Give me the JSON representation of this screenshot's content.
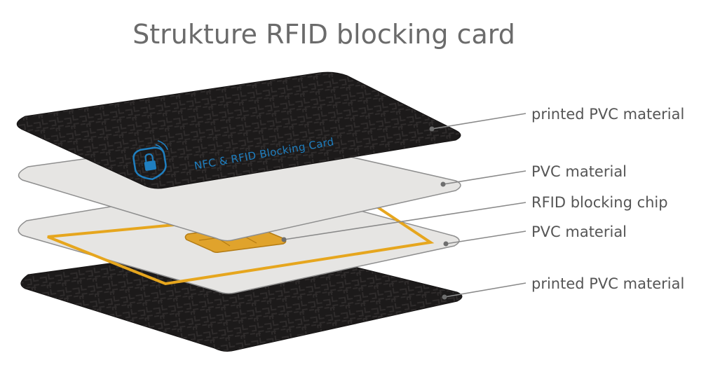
{
  "title": "Strukture RFID blocking card",
  "card_brand_text": "NFC & RFID Blocking Card",
  "layers": [
    {
      "label": "printed PVC material"
    },
    {
      "label": "PVC material"
    },
    {
      "label": "RFID blocking chip"
    },
    {
      "label": "PVC material"
    },
    {
      "label": "printed PVC material"
    }
  ],
  "colors": {
    "printed_layer": "#1c1a1a",
    "pvc_layer": "#e6e5e3",
    "antenna": "#e6a61e",
    "chip": "#e0a32c",
    "brand_blue": "#1f7fc0"
  },
  "icons": [
    "shield-lock-icon"
  ]
}
